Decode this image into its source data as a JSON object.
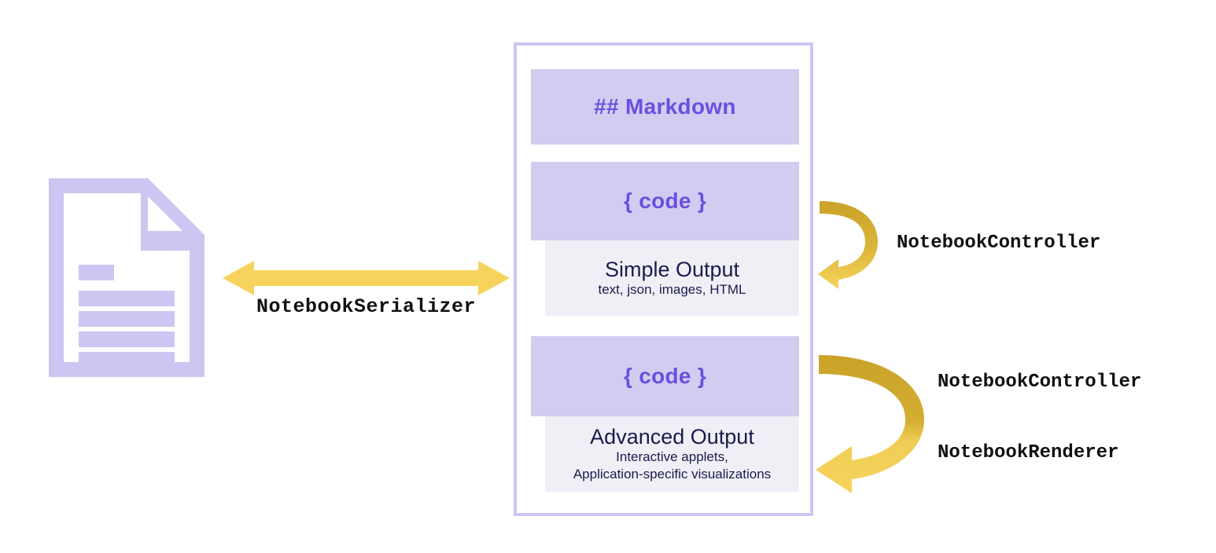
{
  "diagram": {
    "title": "Notebook architecture diagram",
    "background_color": "#ffffff"
  },
  "document_icon": {
    "name": "notebook-file-icon",
    "color": "#cdc6f2",
    "lines": 5
  },
  "serializer": {
    "label": "NotebookSerializer",
    "arrow_color": "#f6d45c",
    "arrow_direction": "bidirectional"
  },
  "notebook": {
    "border_color": "#cdc6f2",
    "cell_fill": "#d2ccf1",
    "output_fill": "#f0eff6",
    "cell_text_color": "#6b4fe0",
    "output_text_color": "#1b1b4d",
    "cells": [
      {
        "kind": "markdown",
        "label": "## Markdown"
      },
      {
        "kind": "code",
        "label": "{ code }"
      },
      {
        "kind": "output",
        "title": "Simple Output",
        "subtitle_lines": [
          "text, json, images, HTML"
        ]
      },
      {
        "kind": "code",
        "label": "{ code }"
      },
      {
        "kind": "output",
        "title": "Advanced Output",
        "subtitle_lines": [
          "Interactive applets,",
          "Application-specific visualizations"
        ]
      }
    ]
  },
  "annotations": {
    "simple_output": {
      "labels": [
        "NotebookController"
      ],
      "arrow_color_start": "#c9a227",
      "arrow_color_end": "#f6d45c"
    },
    "advanced_output": {
      "labels": [
        "NotebookController",
        "NotebookRenderer"
      ],
      "arrow_color_start": "#c9a227",
      "arrow_color_end": "#f6d45c"
    }
  }
}
